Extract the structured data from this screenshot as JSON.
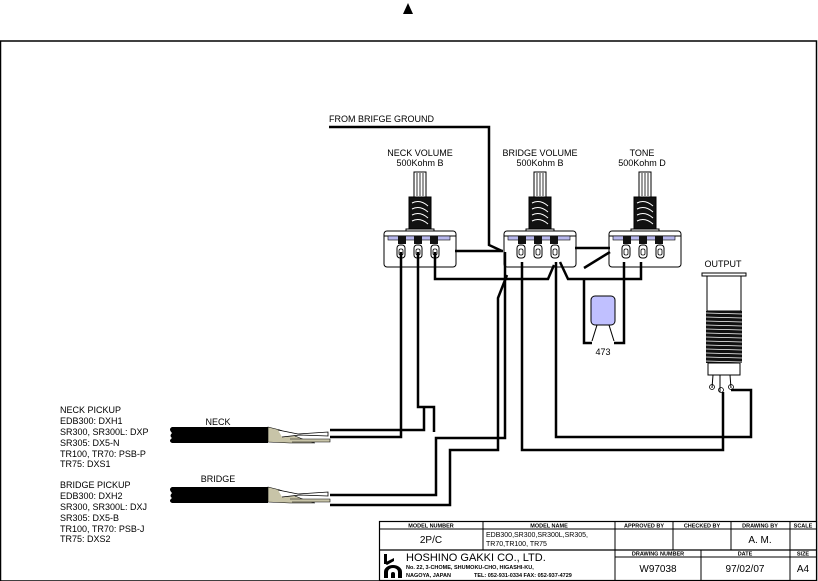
{
  "header": {
    "marker_icon": "up-triangle-icon"
  },
  "diagram": {
    "ground_label": "FROM BRIFGE GROUND",
    "pots": [
      {
        "id": "neck-volume",
        "name": "NECK VOLUME",
        "value": "500Kohm B"
      },
      {
        "id": "bridge-volume",
        "name": "BRIDGE VOLUME",
        "value": "500Kohm B"
      },
      {
        "id": "tone",
        "name": "TONE",
        "value": "500Kohm D"
      }
    ],
    "capacitor": {
      "label": "473",
      "color": "#c0c0ff"
    },
    "output_jack": {
      "label": "OUTPUT"
    },
    "pickups": [
      {
        "id": "neck",
        "cable_label": "NECK",
        "title": "NECK PICKUP",
        "models": [
          "EDB300: DXH1",
          "SR300, SR300L: DXP",
          "SR305: DX5-N",
          "TR100, TR70: PSB-P",
          "TR75: DXS1"
        ]
      },
      {
        "id": "bridge",
        "cable_label": "BRIDGE",
        "title": "BRIDGE PICKUP",
        "models": [
          "EDB300: DXH2",
          "SR300, SR300L: DXJ",
          "SR305: DX5-B",
          "TR100, TR70: PSB-J",
          "TR75: DXS2"
        ]
      }
    ],
    "colors": {
      "pot_tab": "#b8b8ee",
      "lead_shield": "#c8c4a8",
      "wire": "#000000"
    }
  },
  "title_block": {
    "headers": {
      "model_number": "MODEL NUMBER",
      "model_name": "MODEL NAME",
      "approved_by": "APPROVED BY",
      "checked_by": "CHECKED BY",
      "drawing_by": "DRAWING BY",
      "scale": "SCALE",
      "drawing_number": "DRAWING NUMBER",
      "date": "DATE",
      "size": "SIZE"
    },
    "values": {
      "model_number": "2P/C",
      "model_name_line1": "EDB300,SR300,SR300L,SR305,",
      "model_name_line2": "TR70,TR100, TR75",
      "approved_by": "",
      "checked_by": "",
      "drawing_by": "A. M.",
      "scale": "",
      "drawing_number": "W97038",
      "date": "97/02/07",
      "size": "A4"
    },
    "company": {
      "name": "HOSHINO GAKKI CO., LTD.",
      "address_line1": "No. 22, 3-CHOME, SHUMOKU-CHO, HIGASHI-KU,",
      "address_line2": "NAGOYA, JAPAN",
      "phone": "TEL: 052-931-0334  FAX: 052-937-4729",
      "logo_icon": "hoshino-logo-icon"
    }
  }
}
